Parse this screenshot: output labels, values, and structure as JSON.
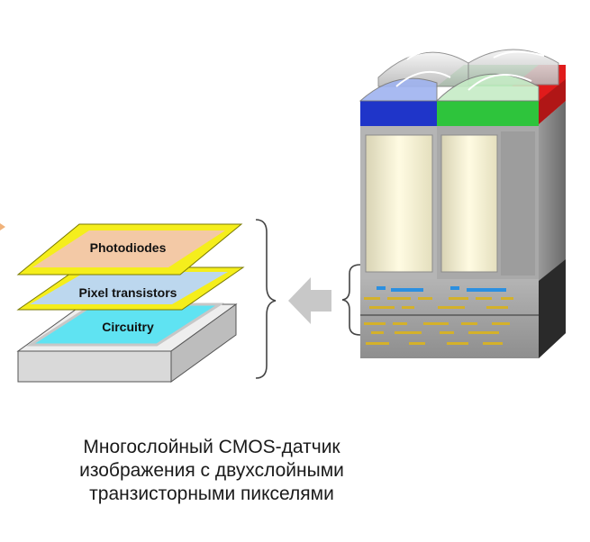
{
  "layers": {
    "photodiodes": "Photodiodes",
    "pixel_transistors": "Pixel transistors",
    "circuitry": "Circuitry"
  },
  "caption": {
    "line1": "Многослойный CMOS-датчик",
    "line2": "изображения с двухслойными",
    "line3": "транзисторными пикселями"
  },
  "colors": {
    "frame_yellow": "#f5ee1c",
    "photodiode_fill": "#f3c9a6",
    "transistor_fill": "#bcd7ee",
    "circuitry_fill": "#5fe3f2",
    "base_gray": "#d9d9d9",
    "filter_blue": "#1f35c9",
    "filter_green": "#2ec43c",
    "filter_red": "#e01b1b",
    "arrow_gray": "#c8c8c8"
  }
}
